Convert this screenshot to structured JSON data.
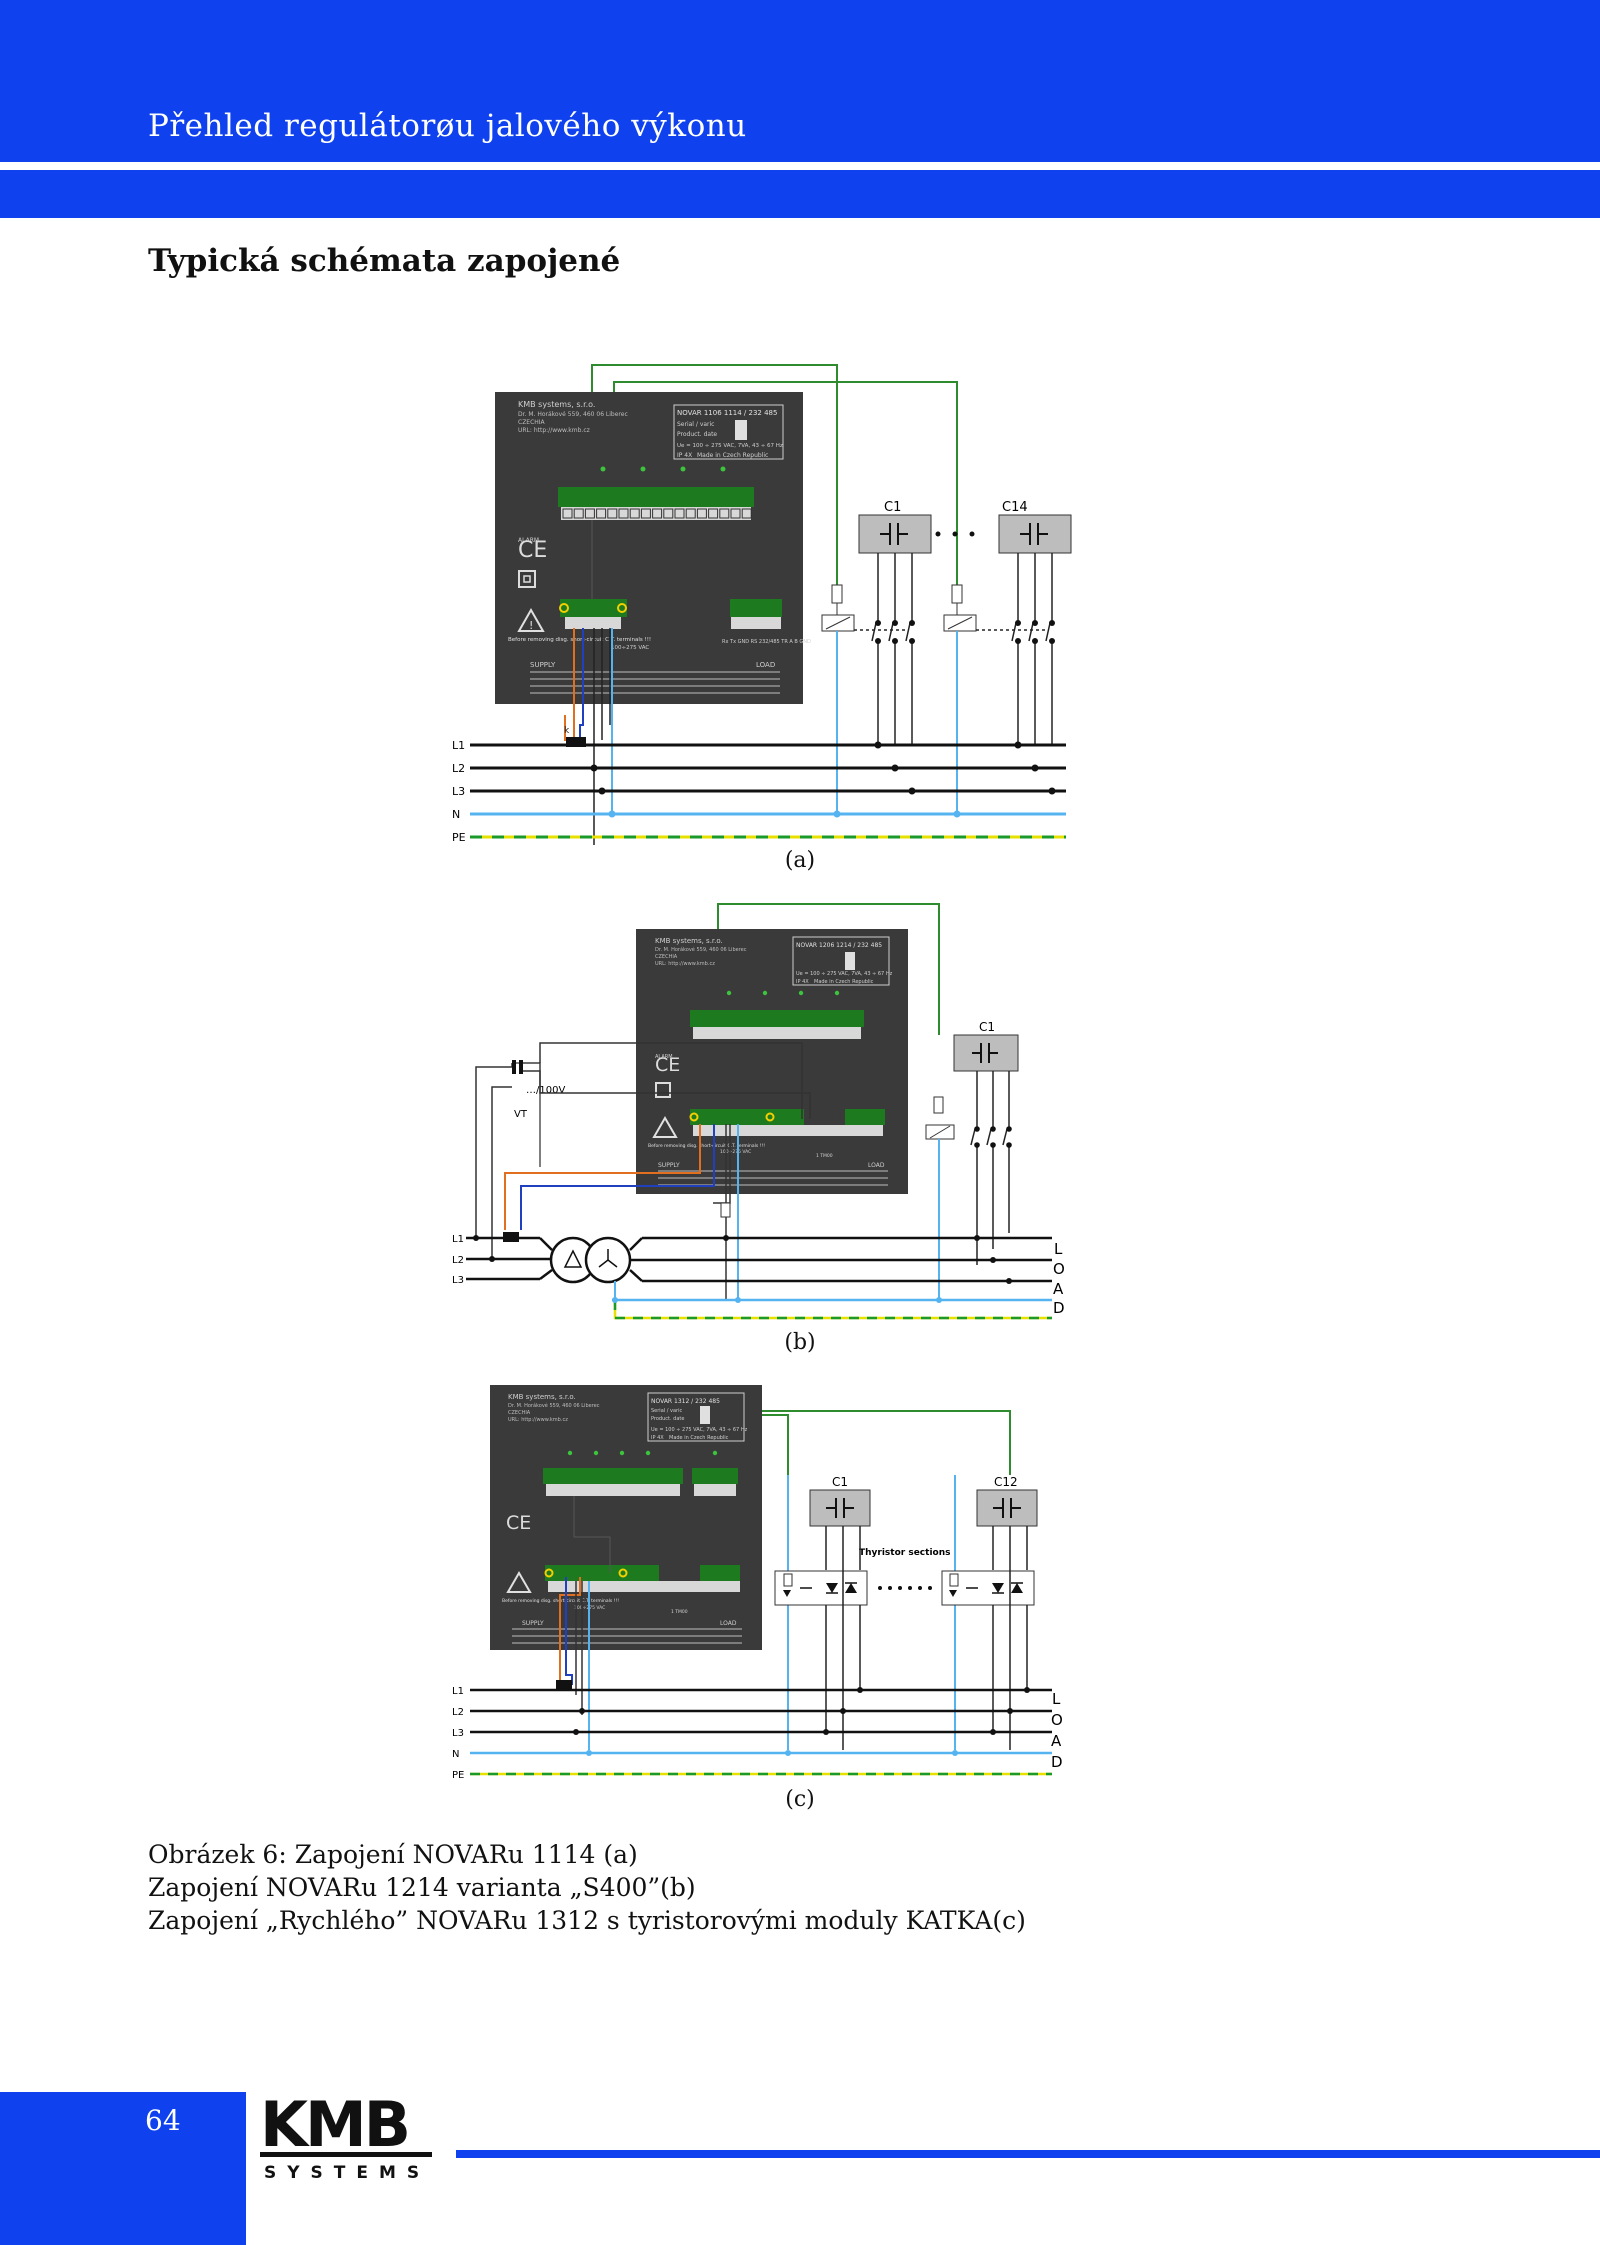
{
  "header": {
    "title": "Přehled regulátorøu jalového výkonu"
  },
  "section": {
    "title": "Typická schémata zapojené"
  },
  "figure_a": {
    "label": "(a)",
    "device": {
      "company": "KMB systems, s.r.o.",
      "address1": "Dr. M. Horákové 559, 460 06 Liberec",
      "address2": "CZECHIA",
      "url": "URL: http://www.kmb.cz",
      "model": "NOVAR 1106 1114 / 232 485",
      "serial": "Serial / varic",
      "product_date": "Product. date",
      "supply_spec": "Ue = 100 ÷ 275 VAC, 7VA, 43 ÷ 67 Hz",
      "ip": "IP 4X",
      "made_in": "Made in Czech Republic",
      "alarm": "ALARM",
      "ce": "CE",
      "warning": "Before removing disg. short-circuit C.T. terminals !!!",
      "supply": "SUPPLY",
      "load": "LOAD",
      "voltage": "100÷275 VAC",
      "rs485": "Rx Tx GND RS 232/485 TR A B GND"
    },
    "capacitors": [
      "C1",
      "C14"
    ],
    "ct_label": "k",
    "lines": [
      "L1",
      "L2",
      "L3",
      "N",
      "PE"
    ]
  },
  "figure_b": {
    "label": "(b)",
    "device": {
      "company": "KMB systems, s.r.o.",
      "address1": "Dr. M. Horákové 559, 460 06 Liberec",
      "address2": "CZECHIA",
      "url": "URL: http://www.kmb.cz",
      "model": "NOVAR 1206 1214 / 232 485",
      "supply_spec": "Ue = 100 ÷ 275 VAC, 7VA, 43 ÷ 67 Hz",
      "ip": "IP 4X",
      "made_in": "Made in Czech Republic",
      "alarm": "ALARM",
      "ce": "CE",
      "warning": "Before removing disg. short-circuit C.T. terminals !!!",
      "supply": "SUPPLY",
      "load": "LOAD",
      "voltage": "100÷275 VAC",
      "t100": "1 TM00"
    },
    "capacitors": [
      "C1"
    ],
    "vt_ratio": "…/100V",
    "vt_label": "VT",
    "lines": [
      "L1",
      "L2",
      "L3"
    ],
    "load_letters": [
      "L",
      "O",
      "A",
      "D"
    ]
  },
  "figure_c": {
    "label": "(c)",
    "device": {
      "company": "KMB systems, s.r.o.",
      "address1": "Dr. M. Horákové 559, 460 06 Liberec",
      "address2": "CZECHIA",
      "url": "URL: http://www.kmb.cz",
      "model": "NOVAR 1312 / 232 485",
      "serial": "Serial / varic",
      "product_date": "Product. date",
      "supply_spec": "Ue = 100 ÷ 275 VAC, 7VA, 43 ÷ 67 Hz",
      "ip": "IP 4X",
      "made_in": "Made in Czech Republic",
      "ce": "CE",
      "warning": "Before removing disg. short-circuit C.T. terminals !!!",
      "supply": "SUPPLY",
      "load": "LOAD",
      "voltage": "100÷275 VAC",
      "t100": "1 TM00"
    },
    "capacitors": [
      "C1",
      "C12"
    ],
    "thyristor_label": "Thyristor sections",
    "lines": [
      "L1",
      "L2",
      "L3",
      "N",
      "PE"
    ],
    "load_letters": [
      "L",
      "O",
      "A",
      "D"
    ]
  },
  "caption": {
    "line1": "Obrázek 6: Zapojení NOVARu 1114 (a)",
    "line2": "Zapojení NOVARu 1214 varianta „S400”(b)",
    "line3": "Zapojení „Rychlého” NOVARu 1312 s tyristorovými moduly KATKA(c)"
  },
  "footer": {
    "page_number": "64",
    "logo_text": "KMB",
    "logo_sub": "SYSTEMS"
  },
  "colors": {
    "brand_blue": "#0f42ee",
    "device_panel": "#3a3a3a",
    "terminal_green": "#1e7a1e",
    "wire_green": "#2e8b2e",
    "neutral_blue": "#55b4f0",
    "pe_yellow": "#e8e000",
    "ct_orange": "#e07020",
    "ct_blue": "#2040c0"
  }
}
